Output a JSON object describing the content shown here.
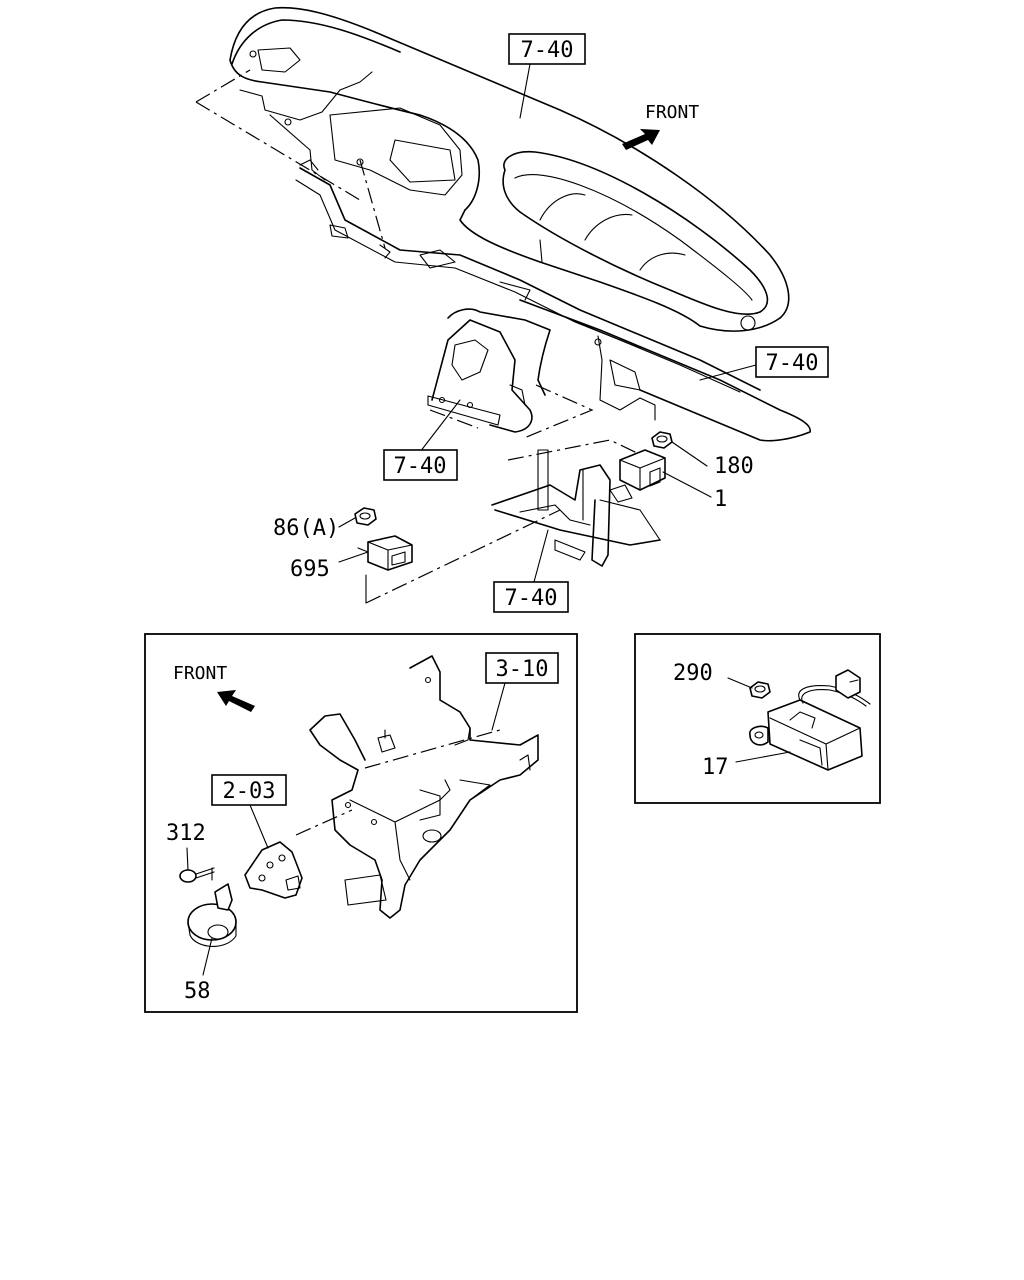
{
  "direction_labels": {
    "main_front": "FRONT",
    "inset_front": "FRONT"
  },
  "reference_boxes": {
    "ref_top": "7-40",
    "ref_right": "7-40",
    "ref_left": "7-40",
    "ref_bottom": "7-40",
    "ref_inset_bracket": "3-10",
    "ref_inset_plate": "2-03"
  },
  "part_numbers": {
    "p180": "180",
    "p1": "1",
    "p86a": "86(A)",
    "p695": "695",
    "p312": "312",
    "p58": "58",
    "p290": "290",
    "p17": "17"
  },
  "icons": {
    "front_arrow": "front-arrow-icon"
  },
  "colors": {
    "ink": "#000000",
    "paper": "#ffffff"
  }
}
